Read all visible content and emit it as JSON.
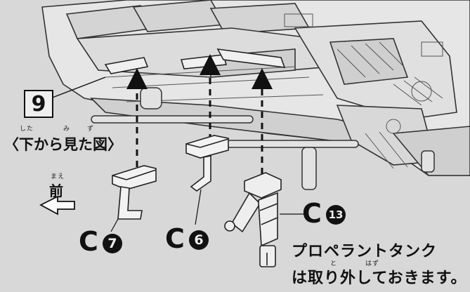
{
  "step": {
    "number": "9"
  },
  "view": {
    "label": "〈下から見た図〉",
    "ruby_shita": "した",
    "ruby_mi": "み",
    "ruby_zu": "ず"
  },
  "front": {
    "label": "前",
    "ruby": "まえ"
  },
  "parts": [
    {
      "letter": "C",
      "number": "7"
    },
    {
      "letter": "C",
      "number": "6"
    },
    {
      "letter": "C",
      "number": "13"
    }
  ],
  "note": {
    "line1": "プロペラントタンク",
    "line2": "は取り外しておきます。",
    "ruby_to": "と",
    "ruby_hazu": "はず"
  }
}
